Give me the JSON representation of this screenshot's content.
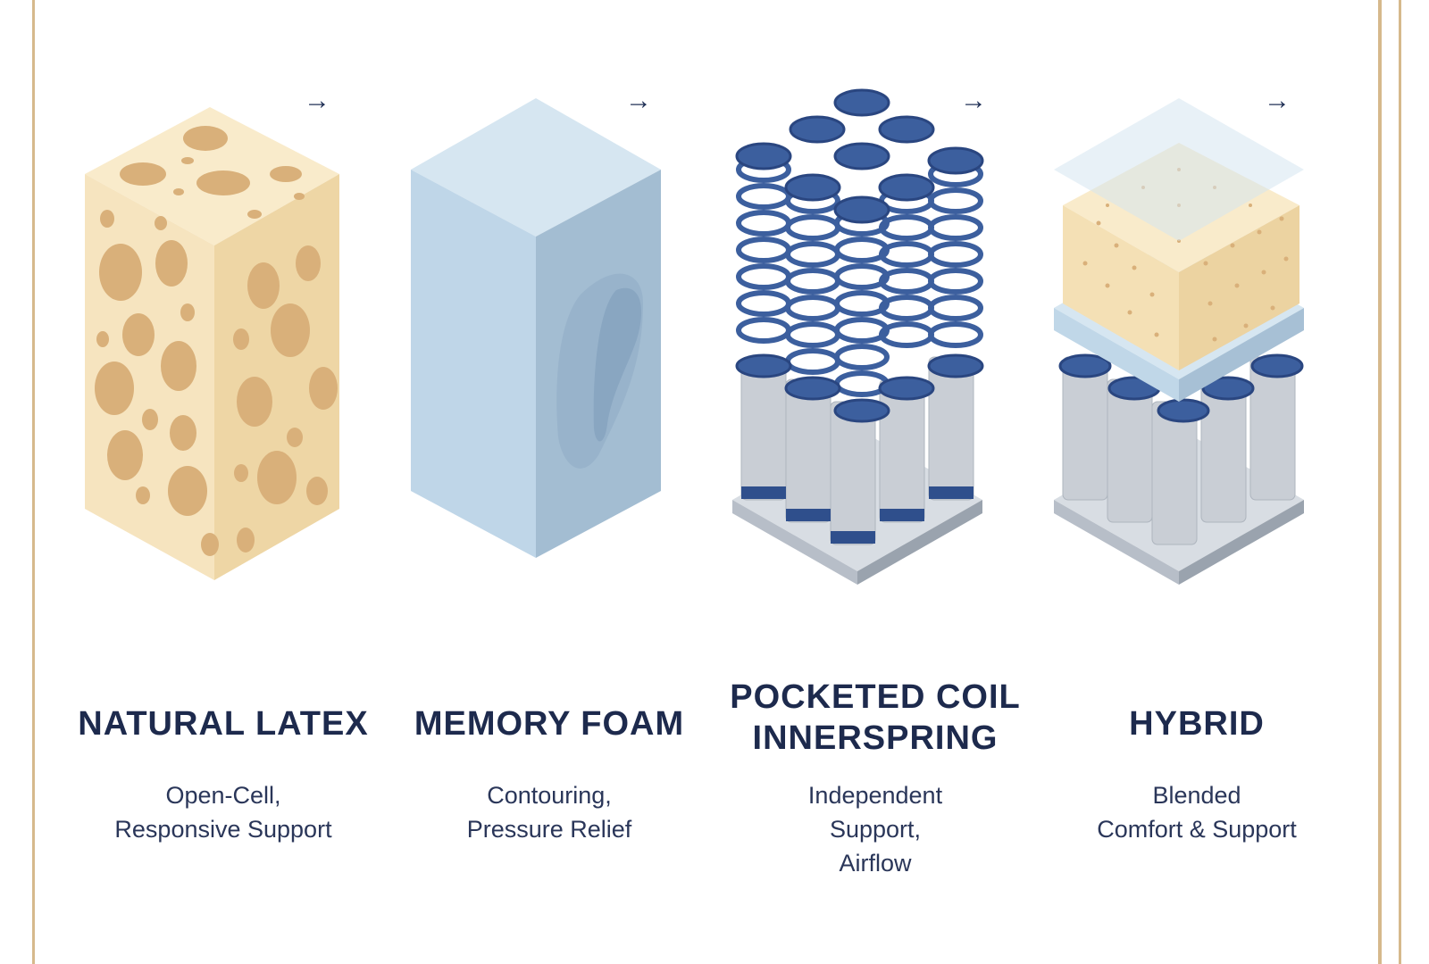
{
  "arrow_glyph": "→",
  "panels": [
    {
      "title_lines": [
        "NATURAL LATEX"
      ],
      "desc_lines": [
        "Open-Cell,",
        "Responsive Support"
      ]
    },
    {
      "title_lines": [
        "MEMORY FOAM"
      ],
      "desc_lines": [
        "Contouring,",
        "Pressure Relief"
      ]
    },
    {
      "title_lines": [
        "POCKETED COIL",
        "INNERSPRING"
      ],
      "desc_lines": [
        "Independent",
        "Support,",
        "Airflow"
      ]
    },
    {
      "title_lines": [
        "HYBRID"
      ],
      "desc_lines": [
        "Blended",
        "Comfort & Support"
      ]
    }
  ],
  "colors": {
    "frame": "#d6b98c",
    "text_dark": "#1d2a4d",
    "latex_face": "#f6e4bf",
    "latex_side": "#efd7a8",
    "latex_top": "#f9ebcb",
    "latex_hole": "#d9b07a",
    "foam_front": "#b9d1e3",
    "foam_side": "#9fbad0",
    "foam_top": "#d6e6f1",
    "coil_blue": "#3c5f9e",
    "coil_dark": "#2a4680",
    "pocket_gray": "#c8cdd4"
  }
}
